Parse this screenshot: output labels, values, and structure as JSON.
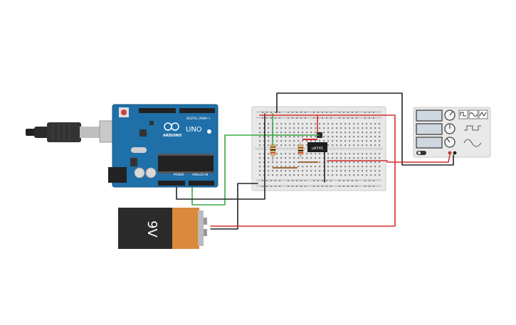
{
  "arduino": {
    "brand": "ARDUINO",
    "model": "UNO",
    "digital_header_label": "DIGITAL (PWM~)",
    "power_label": "POWER",
    "analog_label": "ANALOG IN"
  },
  "battery": {
    "label": "9V"
  },
  "chip": {
    "label": "uA741"
  },
  "colors": {
    "board_blue": "#1f6fa8",
    "wire_red": "#d62d2d",
    "wire_black": "#222222",
    "wire_green": "#3aa845",
    "battery_orange": "#d98a3a",
    "battery_black": "#2b2b2b"
  }
}
